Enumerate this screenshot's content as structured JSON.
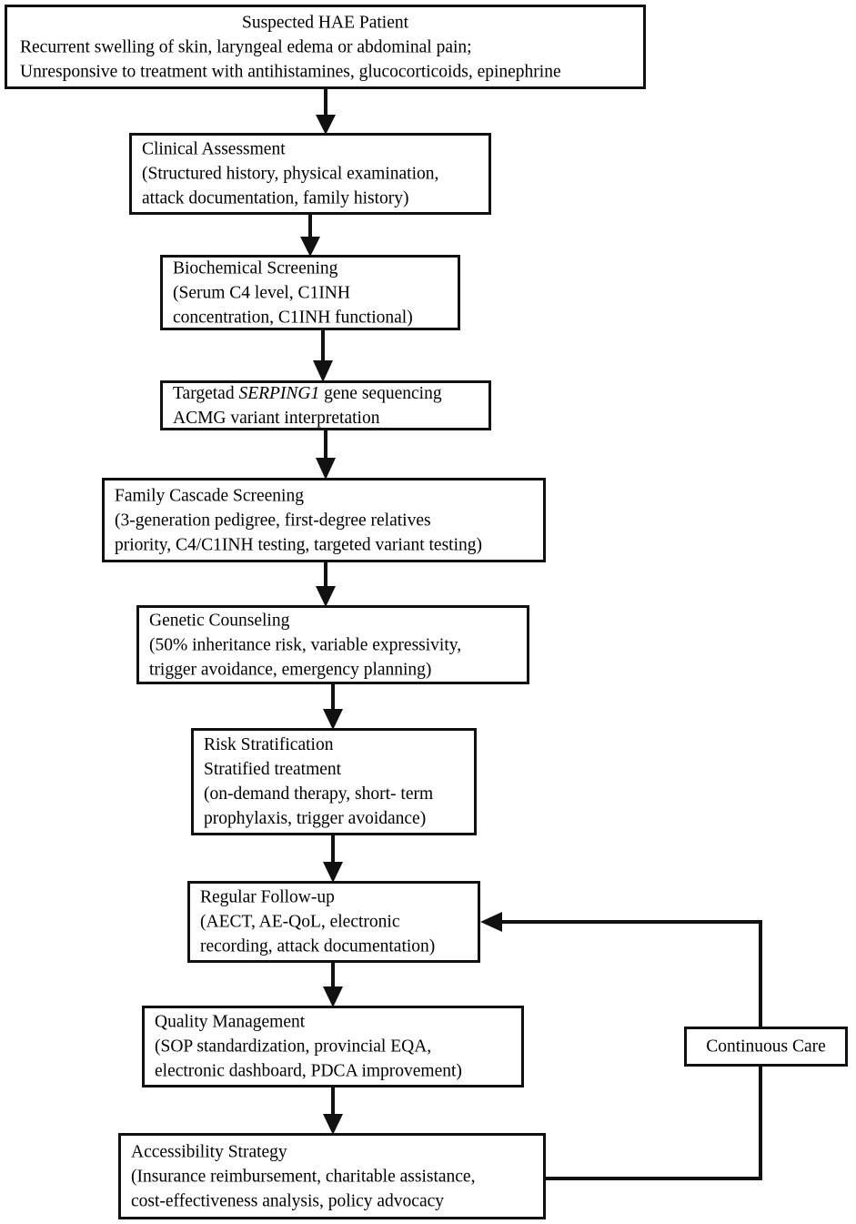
{
  "diagram": {
    "title": "HAE diagnostic and management pathway flowchart",
    "line_color": "#111111",
    "box_fill": "#ffffff"
  },
  "nodes": {
    "suspected_patient": {
      "name": "Suspected HAE Patient",
      "line1": "Suspected HAE Patient",
      "line2": "Recurrent swelling of skin, laryngeal edema or abdominal pain;",
      "line3": "Unresponsive to treatment with antihistamines,  glucocorticoids, epinephrine"
    },
    "clinical_assessment": {
      "line1": "Clinical Assessment",
      "line2": "(Structured history, physical examination,",
      "line3": "attack documentation, family history)"
    },
    "biochemical_screening": {
      "line1": "Biochemical Screening",
      "line2": "(Serum C4 level, C1INH",
      "line3": "concentration, C1INH functional)"
    },
    "gene_sequencing": {
      "line1_pre": "Targetad ",
      "line1_gene": "SERPING1",
      "line1_post": " gene sequencing",
      "line2": "ACMG variant interpretation"
    },
    "family_cascade": {
      "line1": "Family Cascade Screening",
      "line2": "(3-generation pedigree, first-degree relatives",
      "line3": "priority, C4/C1INH testing, targeted variant testing)"
    },
    "genetic_counseling": {
      "line1": "Genetic Counseling",
      "line2": "(50% inheritance risk, variable expressivity,",
      "line3": "trigger avoidance, emergency planning)"
    },
    "risk_stratification": {
      "line1": "Risk Stratification",
      "line2": "Stratified treatment",
      "line3": "(on-demand therapy, short- term",
      "line4": "prophylaxis, trigger avoidance)"
    },
    "regular_followup": {
      "line1": "Regular Follow-up",
      "line2": "(AECT, AE-QoL, electronic",
      "line3": "recording, attack documentation)"
    },
    "quality_management": {
      "line1": "Quality Management",
      "line2": "(SOP standardization, provincial EQA,",
      "line3": "electronic dashboard, PDCA improvement)"
    },
    "accessibility_strategy": {
      "line1": "Accessibility Strategy",
      "line2": "(Insurance reimbursement, charitable assistance,",
      "line3": "cost-effectiveness analysis, policy advocacy"
    },
    "continuous_care": {
      "line1": "Continuous Care"
    }
  },
  "connectors": [
    {
      "from": "suspected_patient",
      "to": "clinical_assessment",
      "type": "down-arrow"
    },
    {
      "from": "clinical_assessment",
      "to": "biochemical_screening",
      "type": "down-arrow"
    },
    {
      "from": "biochemical_screening",
      "to": "gene_sequencing",
      "type": "down-arrow"
    },
    {
      "from": "gene_sequencing",
      "to": "family_cascade",
      "type": "down-arrow"
    },
    {
      "from": "family_cascade",
      "to": "genetic_counseling",
      "type": "down-arrow"
    },
    {
      "from": "genetic_counseling",
      "to": "risk_stratification",
      "type": "down-arrow"
    },
    {
      "from": "risk_stratification",
      "to": "regular_followup",
      "type": "down-arrow"
    },
    {
      "from": "regular_followup",
      "to": "quality_management",
      "type": "down-arrow"
    },
    {
      "from": "quality_management",
      "to": "accessibility_strategy",
      "type": "down-arrow"
    },
    {
      "from": "accessibility_strategy",
      "to": "regular_followup",
      "type": "feedback-loop-through-continuous-care"
    }
  ]
}
